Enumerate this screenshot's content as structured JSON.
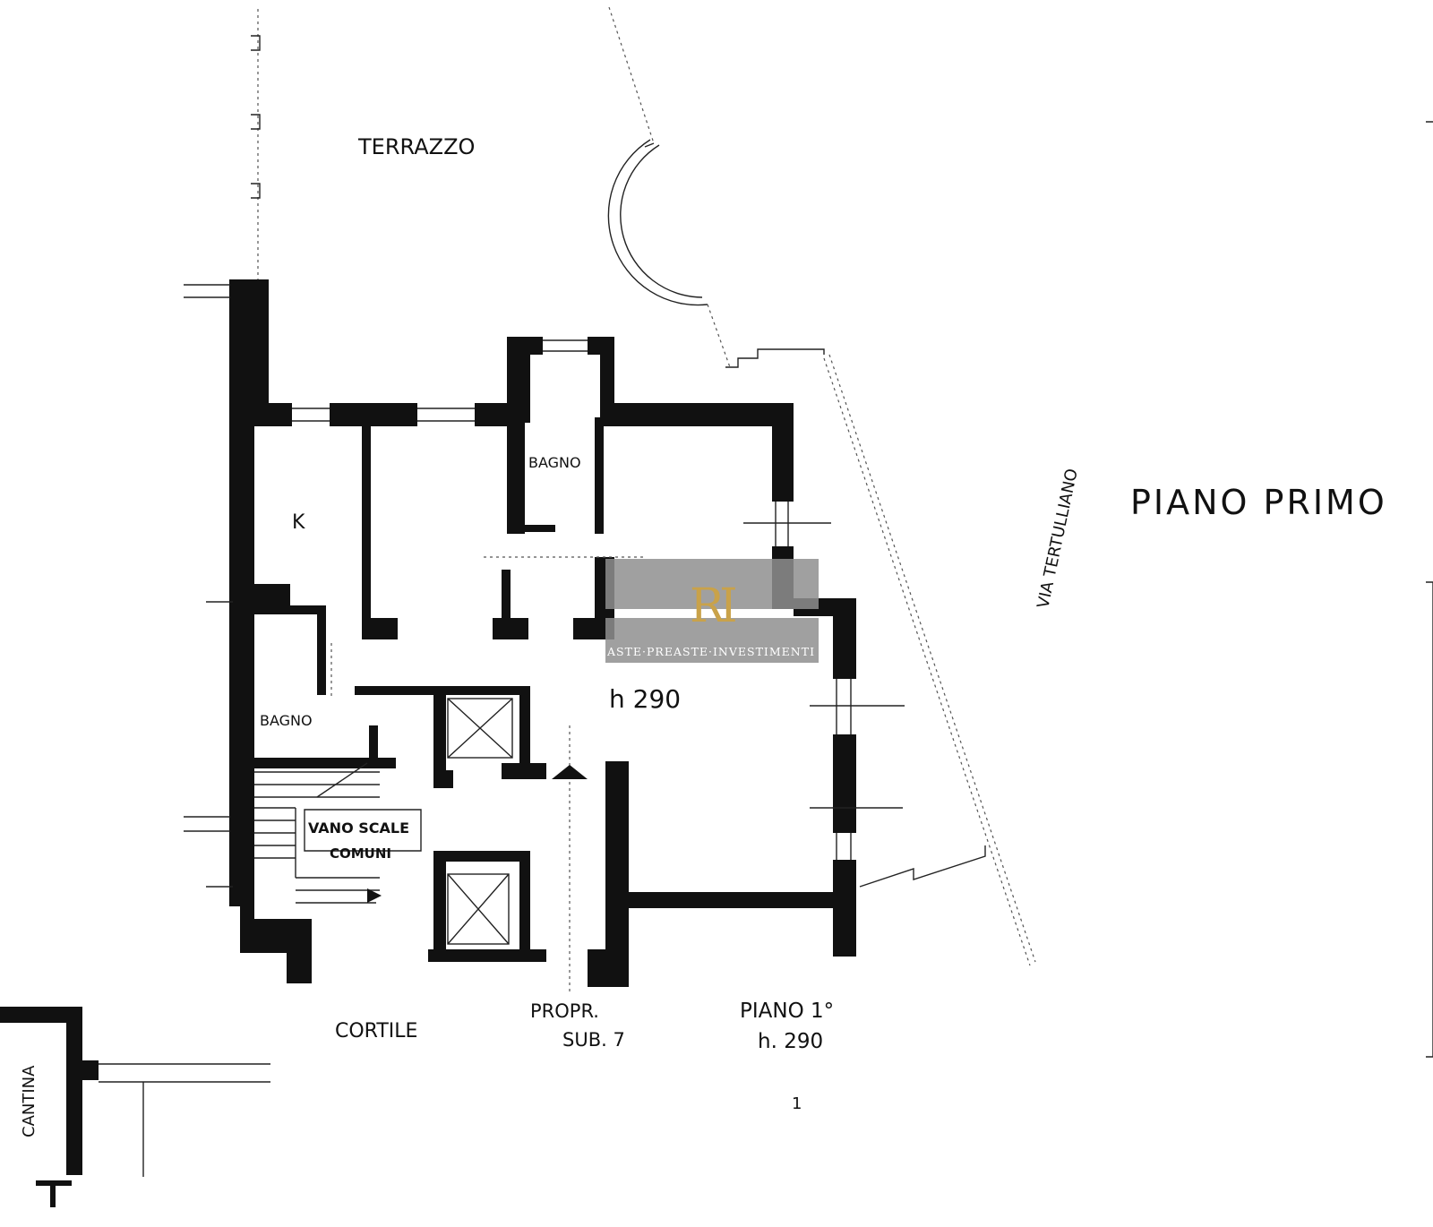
{
  "labels": {
    "terrace": "TERRAZZO",
    "kitchen": "K",
    "bath_upper": "BAGNO",
    "bath_lower": "BAGNO",
    "height_main": "h 290",
    "stairwell_line1": "VANO SCALE",
    "stairwell_line2": "COMUNI",
    "courtyard": "CORTILE",
    "neighbor_line1": "PROPR.",
    "neighbor_line2": "SUB. 7",
    "floor_line1": "PIANO 1°",
    "floor_line2": "h. 290",
    "floor_title": "PIANO PRIMO",
    "street": "VIA TERTULLIANO",
    "cellar": "CANTINA",
    "page_mark": "1"
  },
  "watermark": {
    "brand": "ASTE·PREASTE·INVESTIMENTI",
    "logo_letters": "RI"
  },
  "colors": {
    "wall": "#111111",
    "paper": "#ffffff",
    "watermark_bg": "#8f8f8f",
    "logo_gold": "#c9a24a"
  }
}
